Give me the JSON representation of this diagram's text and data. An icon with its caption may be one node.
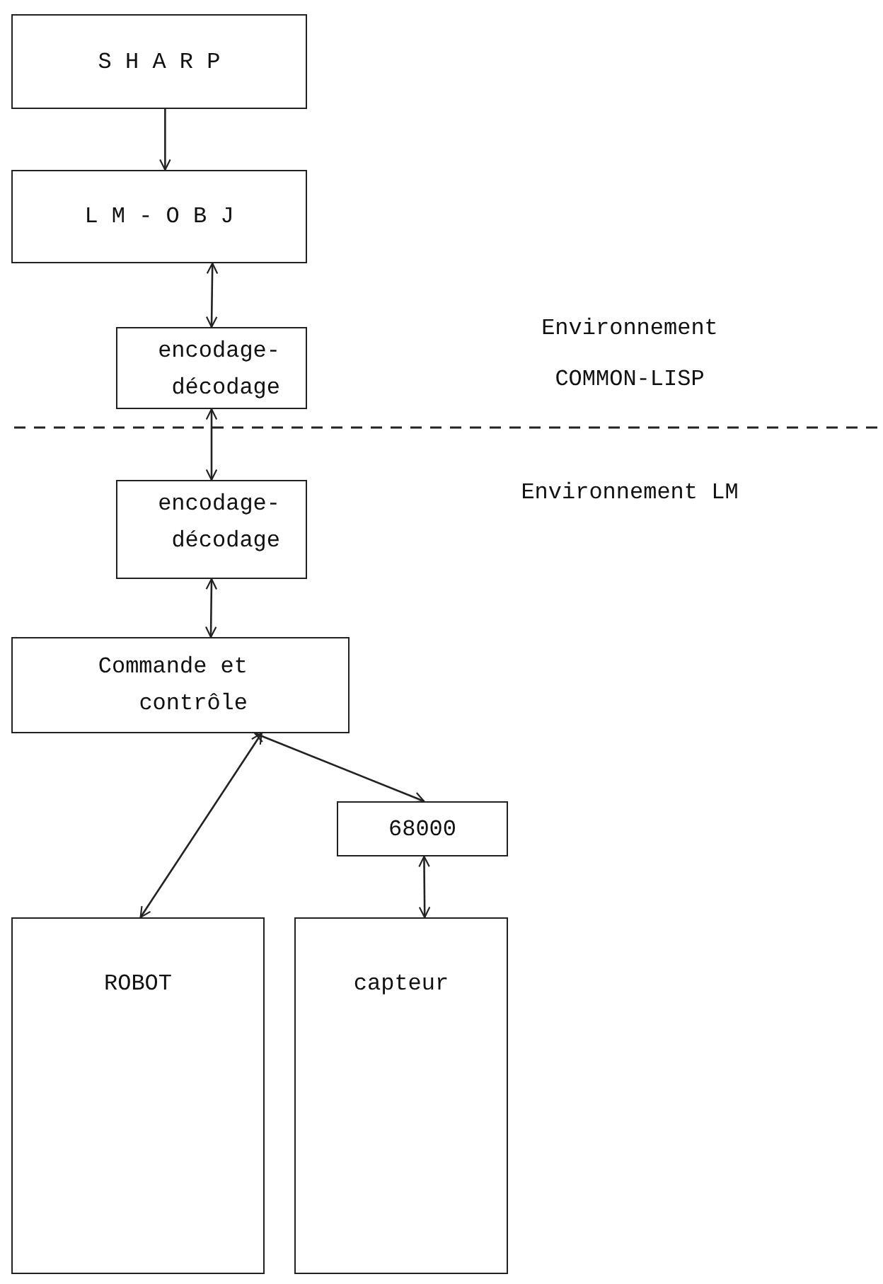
{
  "diagram": {
    "nodes": [
      {
        "text": [
          "S H A R P"
        ]
      },
      {
        "text": [
          "L M - O B J"
        ]
      },
      {
        "text": [
          "encodage-décodage"
        ]
      },
      {
        "text": [
          "encodage-décodage"
        ]
      },
      {
        "text": [
          "Commande et contrôle"
        ]
      },
      {
        "text": [
          "68000"
        ]
      },
      {
        "text": [
          "ROBOT"
        ]
      },
      {
        "text": [
          "capteur"
        ]
      }
    ],
    "edges": [
      {
        "from": 0,
        "to": 1,
        "arrow": "to"
      },
      {
        "from": 1,
        "to": 2,
        "arrow": "both"
      },
      {
        "from": 2,
        "to": 3,
        "arrow": "both"
      },
      {
        "from": 3,
        "to": 4,
        "arrow": "both"
      },
      {
        "from": 4,
        "to": 6,
        "arrow": "both"
      },
      {
        "from": 4,
        "to": 5,
        "arrow": "both"
      },
      {
        "from": 5,
        "to": 7,
        "arrow": "both"
      }
    ],
    "labels": [
      "Environnement COMMON-LISP",
      "Environnement LM"
    ]
  }
}
